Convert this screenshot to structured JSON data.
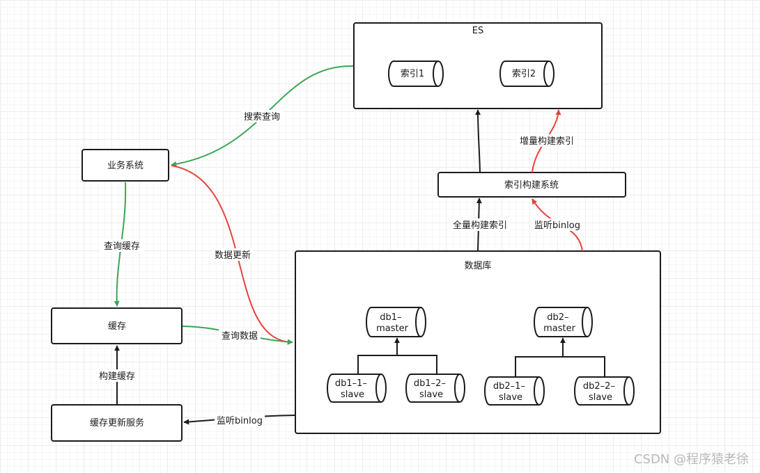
{
  "nodes": {
    "es": "ES",
    "index1": "索引1",
    "index2": "索引2",
    "business": "业务系统",
    "index_builder": "索引构建系统",
    "database": "数据库",
    "cache": "缓存",
    "cache_updater": "缓存更新服务",
    "db1_master": [
      "db1–",
      "master"
    ],
    "db1_1_slave": [
      "db1–1–",
      "slave"
    ],
    "db1_2_slave": [
      "db1–2–",
      "slave"
    ],
    "db2_master": [
      "db2–",
      "master"
    ],
    "db2_1_slave": [
      "db2–1–",
      "slave"
    ],
    "db2_2_slave": [
      "db2–2–",
      "slave"
    ]
  },
  "edges": {
    "search_query": "搜索查询",
    "query_cache": "查询缓存",
    "data_update": "数据更新",
    "query_data": "查询数据",
    "build_cache": "构建缓存",
    "listen_binlog_cache": "监听binlog",
    "full_build_index": "全量构建索引",
    "listen_binlog_index": "监听binlog",
    "incremental_build_index": "增量构建索引"
  },
  "colors": {
    "green": "#3aa655",
    "red": "#e8403a",
    "black": "#1a1a1a"
  },
  "watermark": "CSDN @程序猿老徐"
}
